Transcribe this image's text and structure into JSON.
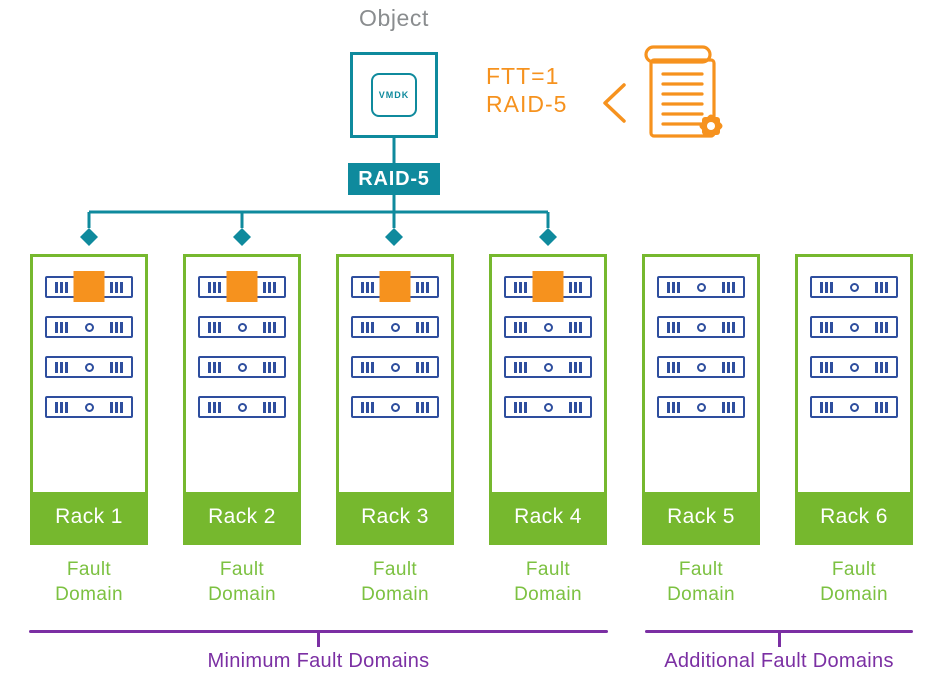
{
  "object": {
    "title": "Object",
    "vmdk_label": "VMDK"
  },
  "policy": {
    "ftt": "FTT=1",
    "raid": "RAID-5"
  },
  "raid_badge": "RAID-5",
  "racks": [
    {
      "name": "Rack 1",
      "caption": [
        "Fault",
        "Domain"
      ],
      "server_count": 4,
      "has_component": true,
      "connected": true
    },
    {
      "name": "Rack 2",
      "caption": [
        "Fault",
        "Domain"
      ],
      "server_count": 4,
      "has_component": true,
      "connected": true
    },
    {
      "name": "Rack 3",
      "caption": [
        "Fault",
        "Domain"
      ],
      "server_count": 4,
      "has_component": true,
      "connected": true
    },
    {
      "name": "Rack 4",
      "caption": [
        "Fault",
        "Domain"
      ],
      "server_count": 4,
      "has_component": true,
      "connected": true
    },
    {
      "name": "Rack 5",
      "caption": [
        "Fault",
        "Domain"
      ],
      "server_count": 4,
      "has_component": false,
      "connected": false
    },
    {
      "name": "Rack 6",
      "caption": [
        "Fault",
        "Domain"
      ],
      "server_count": 4,
      "has_component": false,
      "connected": false
    }
  ],
  "brackets": [
    {
      "label": "Minimum Fault Domains"
    },
    {
      "label": "Additional Fault Domains"
    }
  ],
  "colors": {
    "teal": "#0f8a9d",
    "orange": "#f6921e",
    "green": "#76b82e",
    "green_text": "#7cc141",
    "navy": "#2e4e9e",
    "purple": "#7b2fa3",
    "gray": "#8a8d8f"
  }
}
